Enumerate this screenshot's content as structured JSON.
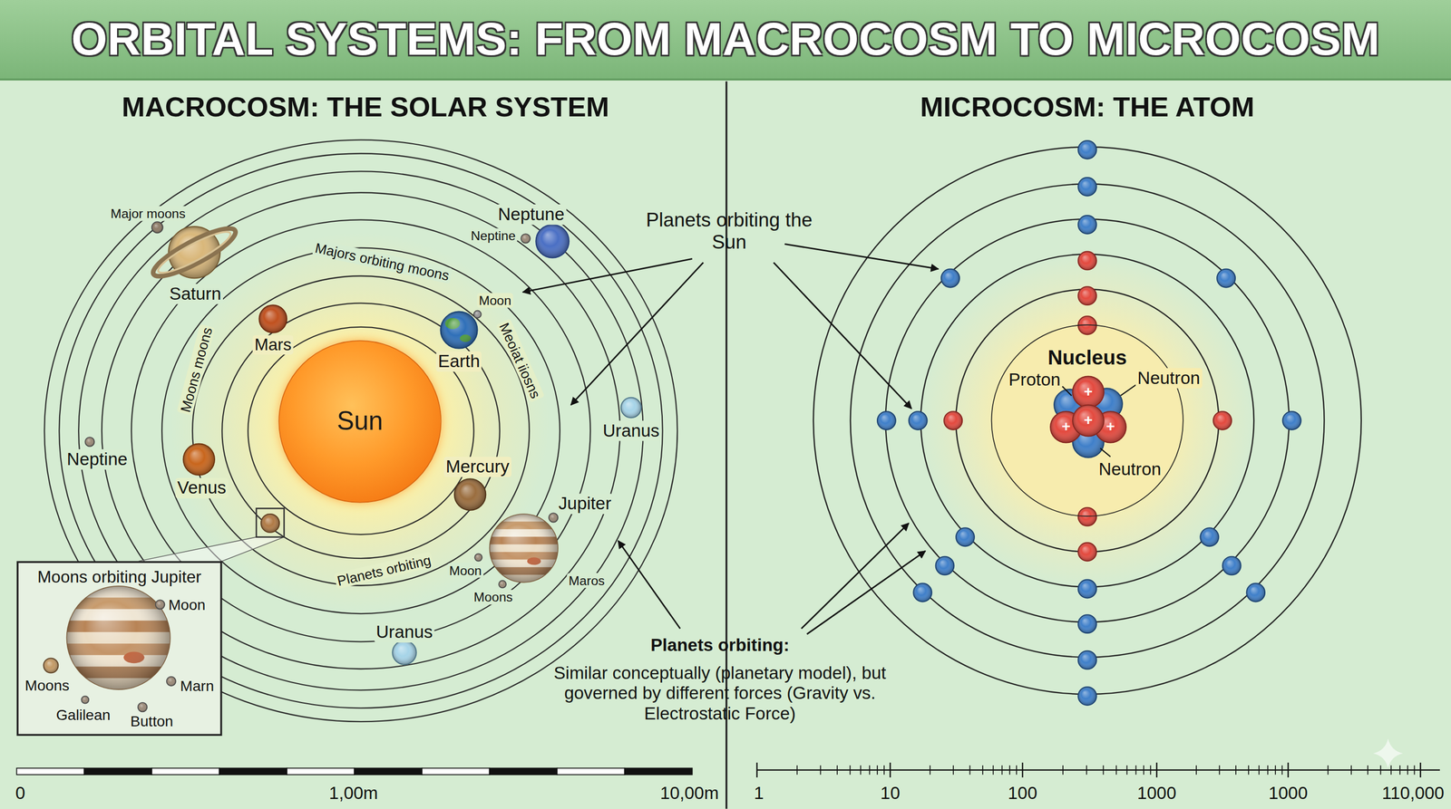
{
  "diagram": {
    "title": "ORBITAL SYSTEMS: FROM MACROCOSM TO MICROCOSM",
    "nodes": [
      {
        "text": [
          "Sun"
        ]
      },
      {
        "text": [
          "Moons orbiting Jupiter"
        ]
      },
      {
        "text": [
          "Nucleus"
        ]
      }
    ],
    "labels": [
      "MACROCOSM: THE SOLAR SYSTEM",
      "MICROCOSM: THE ATOM",
      "Major moons",
      "Saturn",
      "Neptune",
      "Neptine",
      "Majors orbiting moons",
      "Moon",
      "Meoiat iiosns",
      "Mars",
      "Earth",
      "Moons moons",
      "Uranus",
      "Neptine",
      "Venus",
      "Mercury",
      "Jupiter",
      "Planets orbiting",
      "Moon",
      "Moons",
      "Maros",
      "Uranus",
      "Moon",
      "Moons",
      "Marn",
      "Galilean",
      "Button",
      "Planets orbiting the Sun",
      "Planets orbiting:",
      "Similar conceptually (planetary model), but governed by different forces (Gravity vs. Electrostatic Force)",
      "Proton",
      "Neutron",
      "Neutron",
      "+",
      "+",
      "+",
      "+",
      "0",
      "1,00m",
      "10,00m",
      "1",
      "10",
      "100",
      "1000",
      "1000",
      "110,000"
    ]
  }
}
